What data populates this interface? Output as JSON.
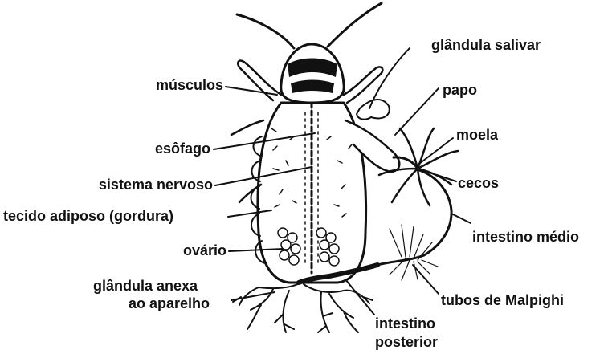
{
  "labels": {
    "musculos": "músculos",
    "esofago": "esôfago",
    "sistema_nervoso": "sistema nervoso",
    "tecido_adiposo": "tecido adiposo (gordura)",
    "ovario": "ovário",
    "glandula_anexa_l1": "glândula anexa",
    "glandula_anexa_l2": "ao aparelho",
    "glandula_salivar": "glândula salivar",
    "papo": "papo",
    "moela": "moela",
    "cecos": "cecos",
    "intestino_medio": "intestino médio",
    "tubos_malpighi": "tubos de Malpighi",
    "intestino_posterior_l1": "intestino",
    "intestino_posterior_l2": "posterior"
  },
  "colors": {
    "ink": "#111111",
    "background": "#ffffff"
  }
}
